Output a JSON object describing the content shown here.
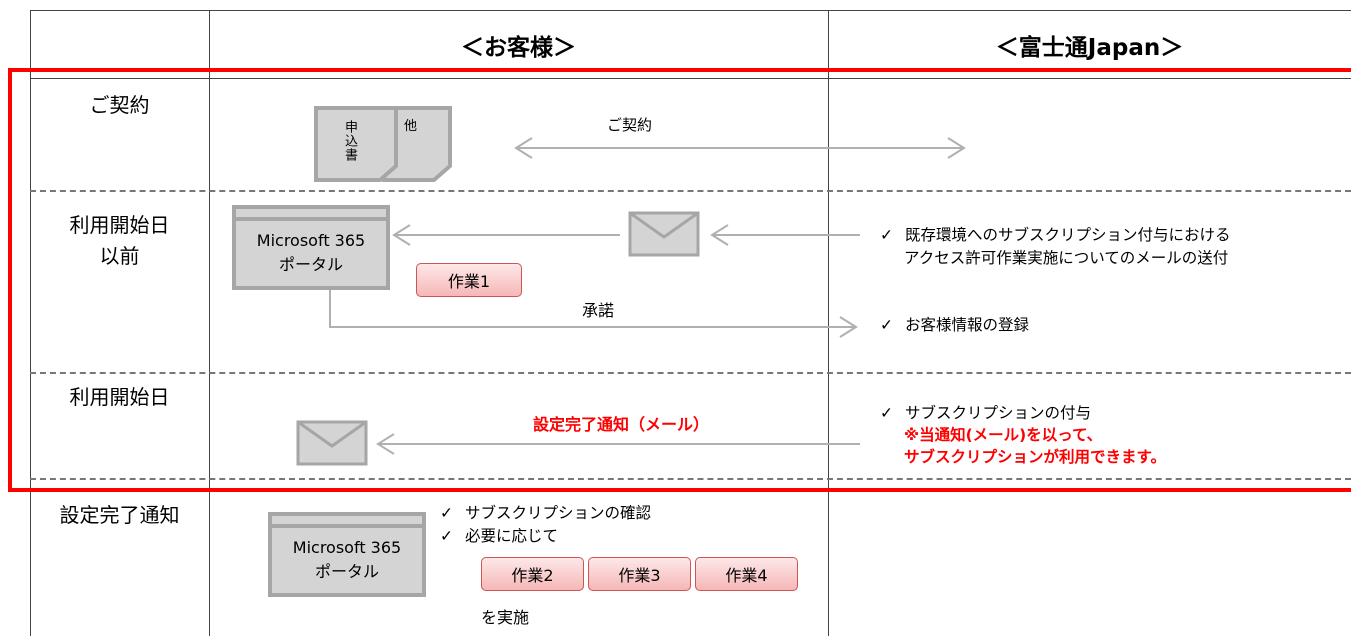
{
  "header": {
    "customer": "＜お客様＞",
    "fujitsu": "＜富士通Japan＞"
  },
  "rows": {
    "contract": "ご契約",
    "before_line1": "利用開始日",
    "before_line2": "以前",
    "start_day": "利用開始日",
    "notify": "設定完了通知"
  },
  "contract": {
    "doc_front": "申込書",
    "doc_back": "他",
    "arrow_label": "ご契約"
  },
  "portal": {
    "line1": "Microsoft 365",
    "line2": "ポータル"
  },
  "before": {
    "task1": "作業1",
    "accept_label": "承諾",
    "fj_item1_line1": "既存環境へのサブスクリプション付与における",
    "fj_item1_line2": "アクセス許可作業実施についてのメールの送付",
    "fj_item2": "お客様情報の登録"
  },
  "start": {
    "notice_label": "設定完了通知（メール）",
    "fj_item1": "サブスクリプションの付与",
    "fj_note_line1": "※当通知(メール)を以って、",
    "fj_note_line2": "サブスクリプションが利用できます。"
  },
  "notify": {
    "item1": "サブスクリプションの確認",
    "item2": "必要に応じて",
    "task2": "作業2",
    "task3": "作業3",
    "task4": "作業4",
    "after": "を実施"
  },
  "checkmark": "✓",
  "colors": {
    "accent_red": "#ff0000",
    "chip_fill": "#f6b7b7",
    "gray_icon": "#a6a6a6"
  }
}
